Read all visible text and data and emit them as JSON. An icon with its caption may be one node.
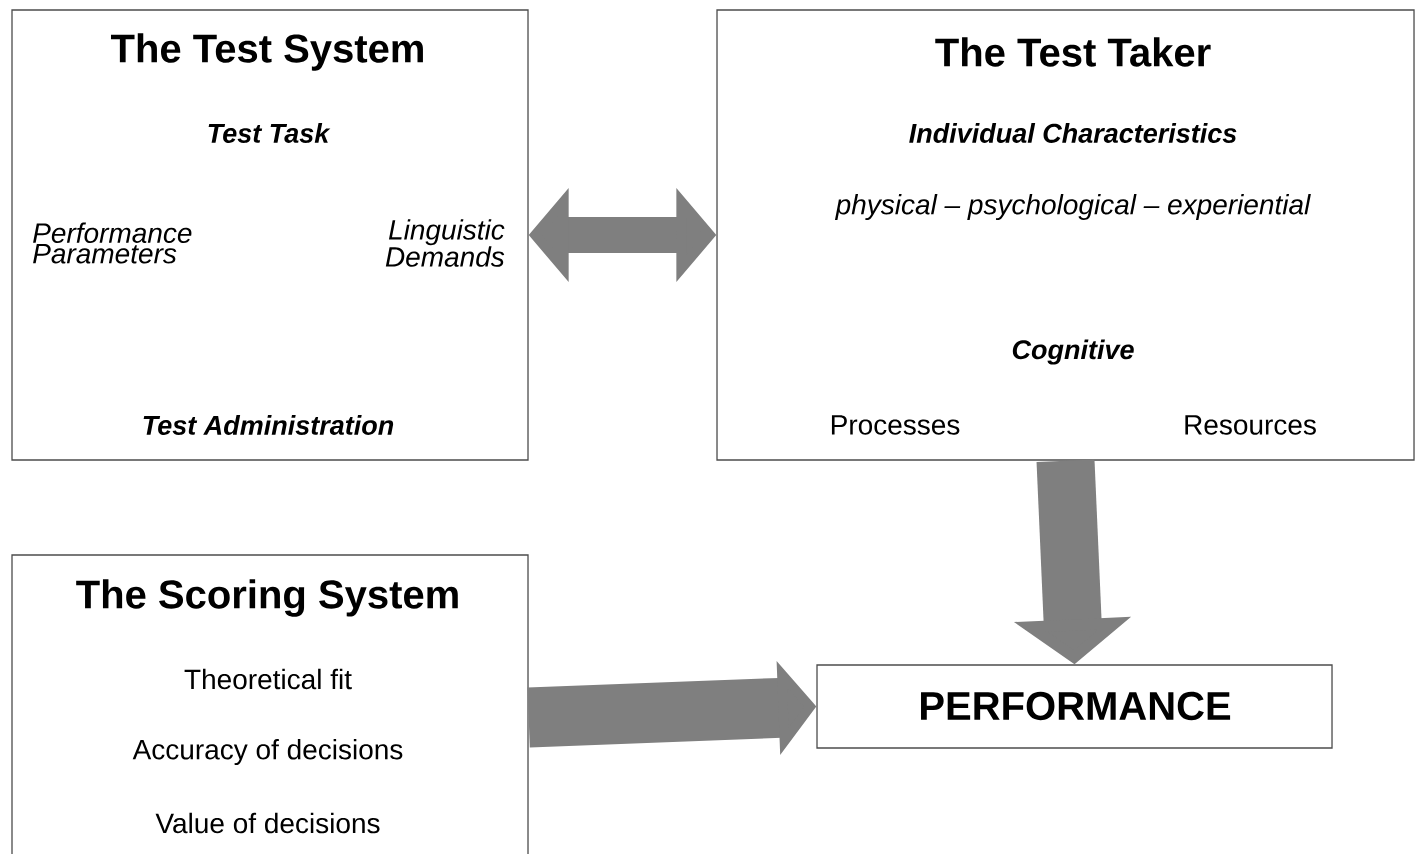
{
  "diagram": {
    "nodes": [
      {
        "text": [
          "The Test System",
          "Test Task",
          "Performance Parameters",
          "Linguistic Demands",
          "Test Administration"
        ]
      },
      {
        "text": [
          "The Test Taker",
          "Individual Characteristics",
          "physical – psychological – experiential",
          "Cognitive",
          "Processes",
          "Resources"
        ]
      },
      {
        "text": [
          "The Scoring System",
          "Theoretical fit",
          "Accuracy of decisions",
          "Value of decisions"
        ]
      },
      {
        "text": [
          "PERFORMANCE"
        ]
      }
    ],
    "edges": [
      {
        "from": 0,
        "to": 1,
        "arrow": "both"
      },
      {
        "from": 1,
        "to": 3,
        "arrow": "to"
      },
      {
        "from": 2,
        "to": 3,
        "arrow": "to"
      }
    ]
  }
}
